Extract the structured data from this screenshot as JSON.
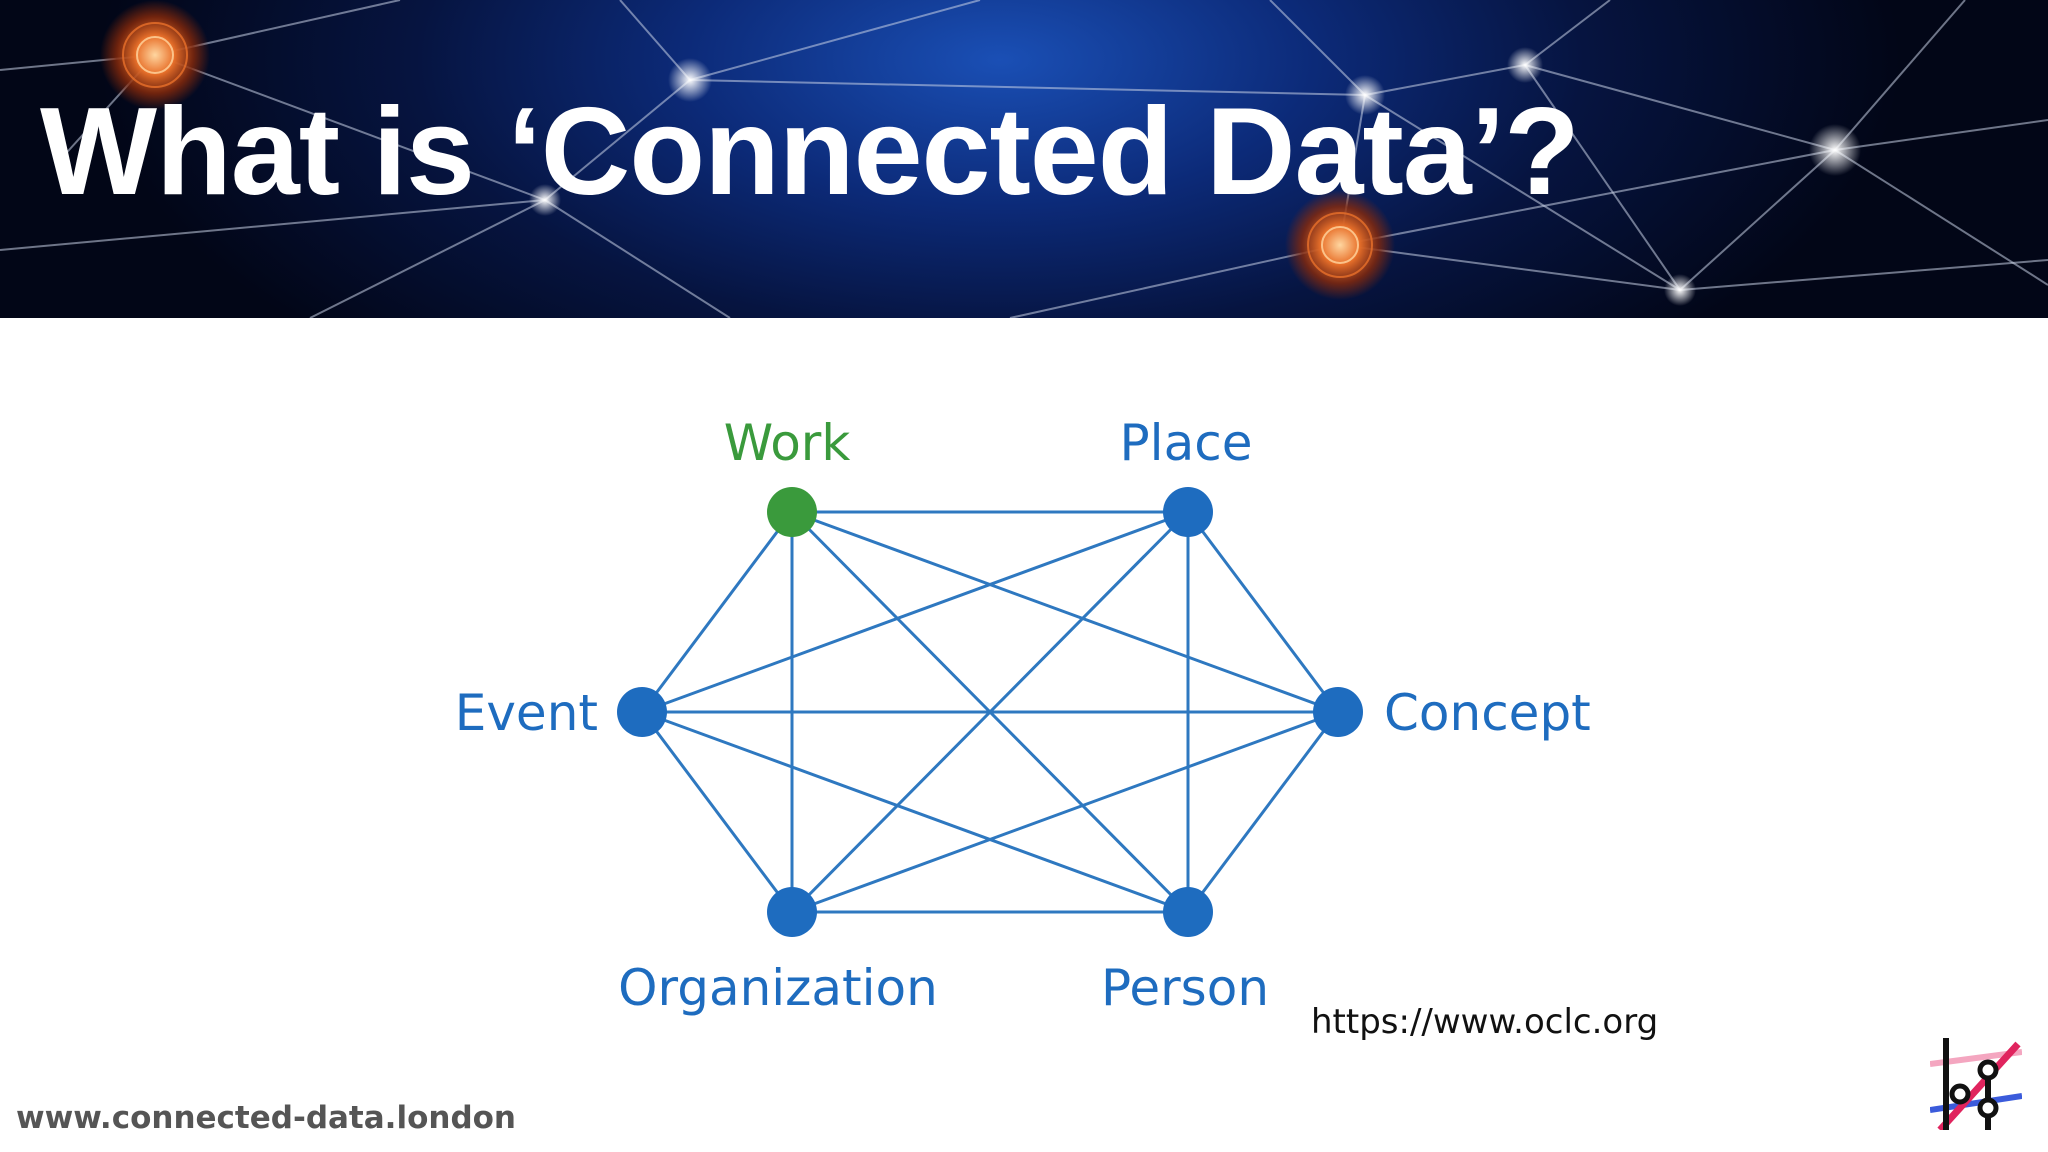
{
  "slide": {
    "title": "What is ‘Connected Data’?",
    "source_url": "https://www.oclc.org",
    "footer_url": "www.connected-data.london"
  },
  "diagram": {
    "edge_color": "#2e78c0",
    "nodes": [
      {
        "id": "work",
        "label": "Work",
        "color": "#3a9a3c"
      },
      {
        "id": "place",
        "label": "Place",
        "color": "#1e6cbf"
      },
      {
        "id": "event",
        "label": "Event",
        "color": "#1e6cbf"
      },
      {
        "id": "concept",
        "label": "Concept",
        "color": "#1e6cbf"
      },
      {
        "id": "organization",
        "label": "Organization",
        "color": "#1e6cbf"
      },
      {
        "id": "person",
        "label": "Person",
        "color": "#1e6cbf"
      }
    ],
    "edges": [
      [
        "work",
        "place"
      ],
      [
        "work",
        "event"
      ],
      [
        "work",
        "concept"
      ],
      [
        "work",
        "organization"
      ],
      [
        "work",
        "person"
      ],
      [
        "place",
        "event"
      ],
      [
        "place",
        "concept"
      ],
      [
        "place",
        "organization"
      ],
      [
        "place",
        "person"
      ],
      [
        "event",
        "concept"
      ],
      [
        "event",
        "organization"
      ],
      [
        "event",
        "person"
      ],
      [
        "concept",
        "organization"
      ],
      [
        "concept",
        "person"
      ],
      [
        "organization",
        "person"
      ]
    ]
  },
  "logo": {
    "icon": "connected-data-london-logo",
    "colors": [
      "#e0245e",
      "#3b5bdb",
      "#f4a6c0",
      "#111111"
    ]
  }
}
